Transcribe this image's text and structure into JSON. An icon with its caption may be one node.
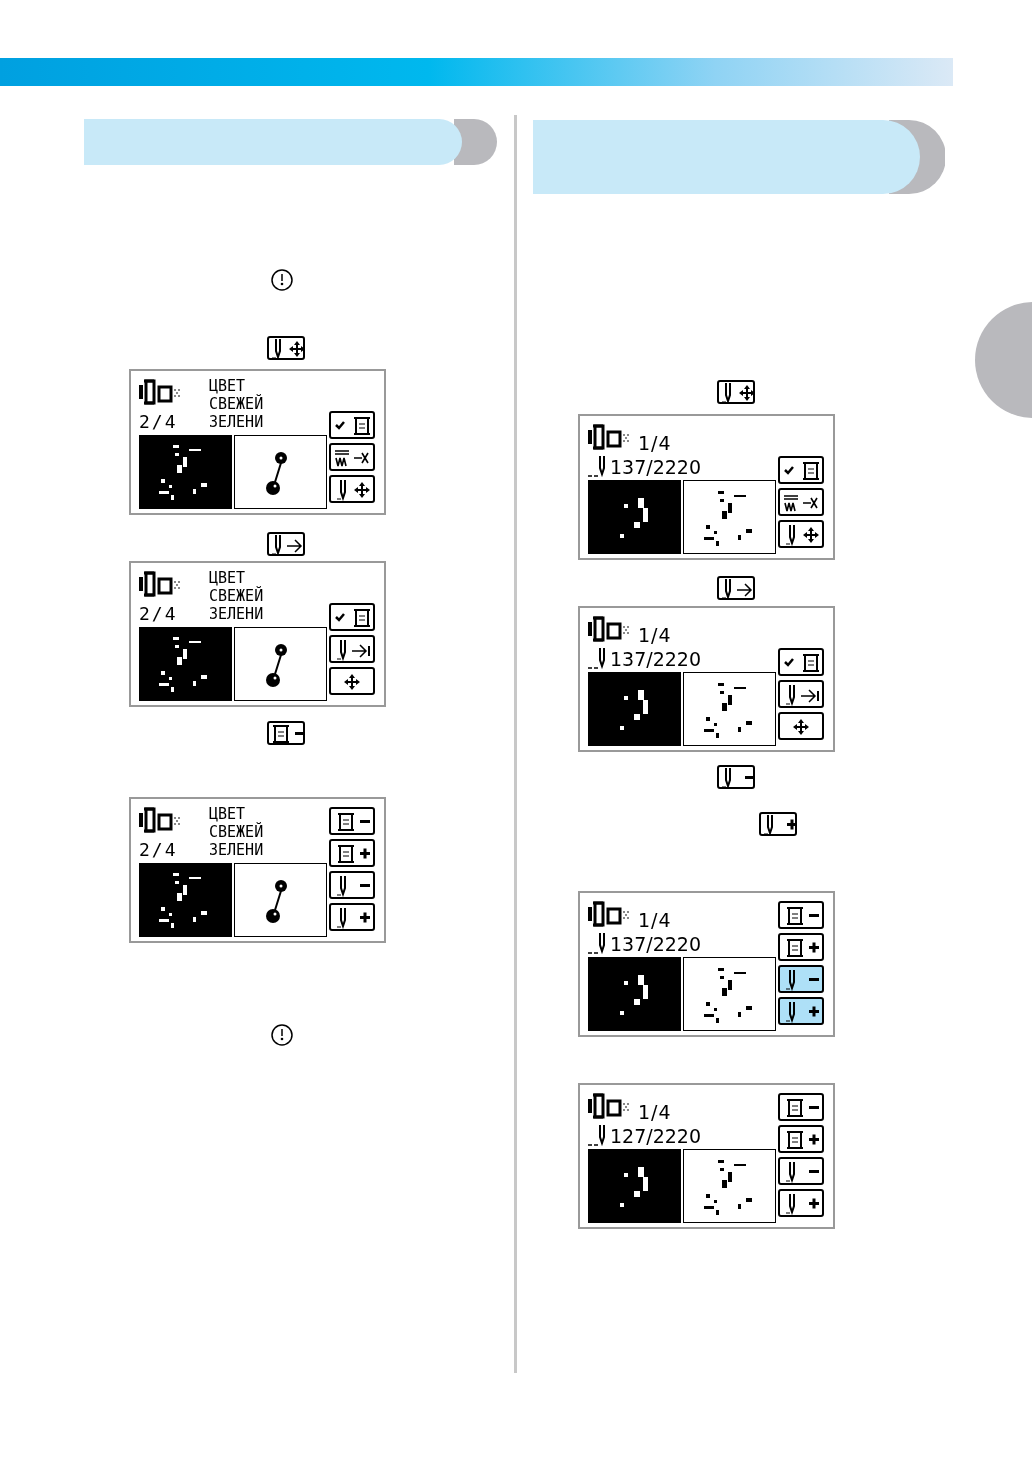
{
  "diagram": {
    "labels": [
      "ЦВЕТ СВЕЖЕЙ ЗЕЛЕНИ",
      "2/4",
      "ЦВЕТ СВЕЖЕЙ ЗЕЛЕНИ",
      "2/4",
      "ЦВЕТ СВЕЖЕЙ ЗЕЛЕНИ",
      "2/4",
      "1/4",
      "137/2220",
      "1/4",
      "137/2220",
      "1/4",
      "137/2220",
      "1/4",
      "127/2220"
    ]
  }
}
